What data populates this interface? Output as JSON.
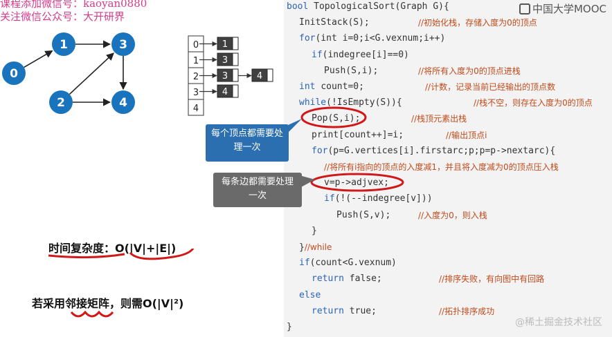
{
  "watermark": {
    "line1": "课程添加微信号：kaoyan0880",
    "line2": "关注微信公众号：大开研界"
  },
  "graph": {
    "nodes": [
      "0",
      "1",
      "2",
      "3",
      "4"
    ],
    "edges": [
      [
        "0",
        "1"
      ],
      [
        "1",
        "3"
      ],
      [
        "2",
        "3"
      ],
      [
        "2",
        "4"
      ],
      [
        "3",
        "4"
      ]
    ]
  },
  "adjlist": {
    "rows": [
      {
        "index": "0",
        "entries": [
          "1"
        ]
      },
      {
        "index": "1",
        "entries": [
          "3"
        ]
      },
      {
        "index": "2",
        "entries": [
          "3",
          "4"
        ]
      },
      {
        "index": "3",
        "entries": [
          "4"
        ]
      },
      {
        "index": "4",
        "entries": []
      }
    ]
  },
  "logo": "中国大学MOOC",
  "code": [
    {
      "kw": "bool ",
      "tx": "TopologicalSort(Graph G){",
      "cm": ""
    },
    {
      "kw": "",
      "tx": "InitStack(S);",
      "cm": "//初始化栈，存储入度为0的顶点"
    },
    {
      "kw": "for",
      "tx": "(int i=0;i<G.vexnum;i++)",
      "cm": ""
    },
    {
      "kw": "if",
      "tx": "(indegree[i]==0)",
      "cm": ""
    },
    {
      "kw": "",
      "tx": "Push(S,i);",
      "cm": "//将所有入度为0的顶点进栈"
    },
    {
      "kw": "int ",
      "tx": "count=0;",
      "cm": "//计数，记录当前已经输出的顶点数"
    },
    {
      "kw": "while",
      "tx": "(!IsEmpty(S)){",
      "cm": "//栈不空，则存在入度为0的顶点"
    },
    {
      "kw": "",
      "tx": "Pop(S,i);",
      "cm": "//栈顶元素出栈"
    },
    {
      "kw": "",
      "tx": "print[count++]=i;",
      "cm": "//输出顶点i"
    },
    {
      "kw": "for",
      "tx": "(p=G.vertices[i].firstarc;p;p=p->nextarc){",
      "cm": ""
    },
    {
      "kw": "",
      "tx": "",
      "cm": "//将所有i指向的顶点的入度减1，并且将入度减为0的顶点压入栈"
    },
    {
      "kw": "",
      "tx": "v=p->adjvex;",
      "cm": ""
    },
    {
      "kw": "if",
      "tx": "(!(--indegree[v]))",
      "cm": ""
    },
    {
      "kw": "",
      "tx": "Push(S,v);",
      "cm": "//入度为0，则入栈"
    },
    {
      "kw": "",
      "tx": "}",
      "cm": ""
    },
    {
      "kw": "",
      "tx": "}",
      "cm": "//while"
    },
    {
      "kw": "if",
      "tx": "(count<G.vexnum)",
      "cm": ""
    },
    {
      "kw": "return ",
      "tx": "false;",
      "cm": "//排序失败，有向图中有回路"
    },
    {
      "kw": "else",
      "tx": "",
      "cm": ""
    },
    {
      "kw": "return ",
      "tx": "true;",
      "cm": "//拓扑排序成功"
    },
    {
      "kw": "",
      "tx": "}",
      "cm": ""
    }
  ],
  "callouts": {
    "vertex": "每个顶点都需要处理一次",
    "edge": "每条边都需要处理一次"
  },
  "complexity": {
    "label": "时间复杂度：",
    "value": "O(|V|+|E|)"
  },
  "matrix_note": "若采用邻接矩阵，则需O(|V|²)",
  "footer_watermark": "@稀土掘金技术社区",
  "colors": {
    "node": "#1a74bd",
    "callout_blue": "#2c6fb0",
    "callout_gray": "#6a6a6a",
    "annotation_red": "#d01818"
  }
}
